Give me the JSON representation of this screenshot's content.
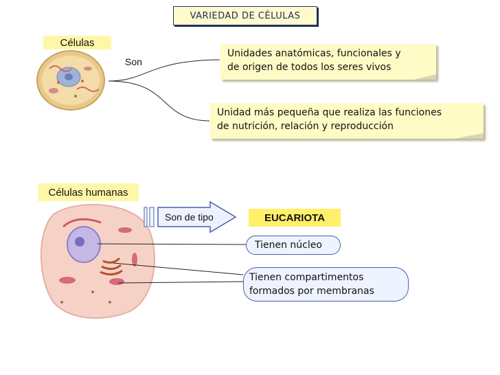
{
  "title": "VARIEDAD DE CÉLULAS",
  "celulas_label": "Células",
  "son_label": "Son",
  "note1": [
    "Unidades anatómicas, funcionales y",
    "de origen de todos los seres vivos"
  ],
  "note2": [
    "Unidad más pequeña que realiza las funciones",
    "de nutrición, relación y reproducción"
  ],
  "celulas_humanas_label": "Células humanas",
  "son_de_tipo": "Son de tipo",
  "eucariota": "EUCARIOTA",
  "tienen_nucleo": "Tienen núcleo",
  "tienen_compartimentos": [
    "Tienen compartimentos",
    "formados por membranas"
  ],
  "colors": {
    "tag_fill": "#fff7a8",
    "note_fill": "#fffbc6",
    "pill_border": "#4a5fa8",
    "eucariota_fill": "#fff06a"
  }
}
